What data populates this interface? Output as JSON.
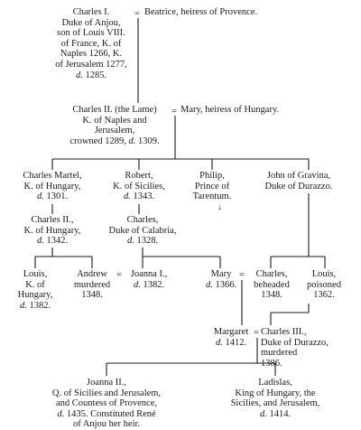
{
  "persons": {
    "charles1": [
      "Charles I.",
      "Duke of Anjou,",
      "son of Louis VIII.",
      "of France, K. of",
      "Naples 1266, K.",
      "of Jerusalem 1277,",
      "d. 1285."
    ],
    "beatrice": [
      "Beatrice, heiress of Provence."
    ],
    "charles2": [
      "Charles II. (the Lame)",
      "K. of Naples and",
      "Jerusalem,",
      "crowned 1289, d. 1309."
    ],
    "mary_hungary": [
      "Mary, heiress of Hungary."
    ],
    "charles_martel": [
      "Charles Martel,",
      "K. of Hungary,",
      "d. 1301."
    ],
    "robert": [
      "Robert,",
      "K. of Sicilies,",
      "d. 1343."
    ],
    "philip": [
      "Philip,",
      "Prince of",
      "Tarentum."
    ],
    "john": [
      "John of Gravina,",
      "Duke of Durazzo."
    ],
    "charles_hungary": [
      "Charles II.,",
      "K. of Hungary,",
      "d. 1342."
    ],
    "charles_calabria": [
      "Charles,",
      "Duke of Calabria,",
      "d. 1328."
    ],
    "louis_hungary": [
      "Louis,",
      "K. of",
      "Hungary,",
      "d. 1382."
    ],
    "andrew": [
      "Andrew",
      "murdered",
      "1348."
    ],
    "joanna1": [
      "Joanna I.,",
      "d. 1382."
    ],
    "mary": [
      "Mary",
      "d. 1366."
    ],
    "charles_beheaded": [
      "Charles,",
      "beheaded",
      "1348."
    ],
    "louis_poisoned": [
      "Louis,",
      "poisoned",
      "1362."
    ],
    "margaret": [
      "Margaret",
      "d. 1412."
    ],
    "charles3": [
      "Charles III.,",
      "Duke of Durazzo,",
      "murdered",
      "1386."
    ],
    "joanna2": [
      "Joanna II.,",
      "Q. of Sicilies and Jerusalem,",
      "and Countess of Provence,",
      "d. 1435. Constituted René",
      "of Anjou her heir."
    ],
    "ladislas": [
      "Ladislas,",
      "King of Hungary, the",
      "Sicilies, and Jerusalem,",
      "d. 1414."
    ]
  },
  "symbols": {
    "marriage": "=",
    "continues": "↓"
  }
}
